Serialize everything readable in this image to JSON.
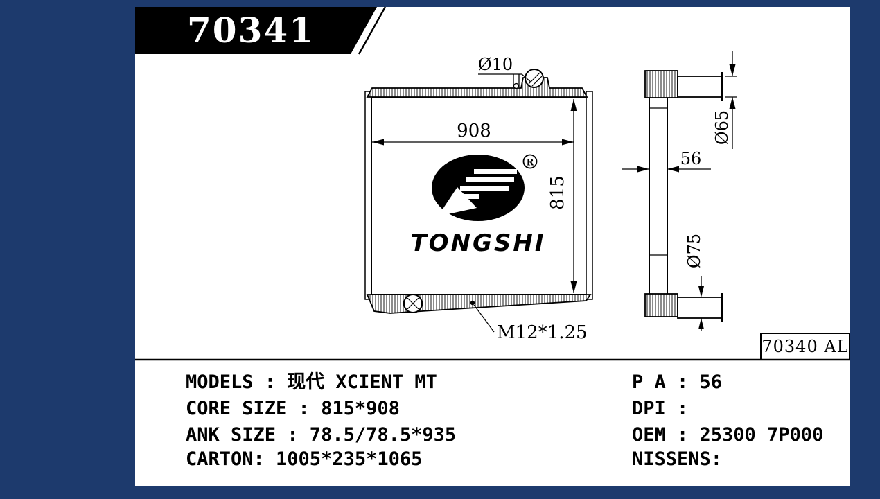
{
  "banner": {
    "part_number": "70341"
  },
  "logo": {
    "brand": "TONGSHI",
    "registered_mark": "R"
  },
  "drawing": {
    "front_view": {
      "core_width": "908",
      "core_height": "815",
      "filler_hole": "Ø10",
      "drain_thread": "M12*1.25"
    },
    "side_view": {
      "depth": "56",
      "inlet_pipe": "Ø65",
      "outlet_pipe": "Ø75"
    },
    "ref_box": "70340 AL"
  },
  "specs": {
    "left": [
      "MODELS : 现代 XCIENT MT",
      "CORE SIZE : 815*908",
      "ANK SIZE : 78.5/78.5*935",
      "CARTON: 1005*235*1065"
    ],
    "right": [
      "P A : 56",
      "DPI :",
      "OEM : 25300 7P000",
      "NISSENS:"
    ]
  },
  "colors": {
    "frame_navy": "#1d3a6d",
    "ink": "#000000",
    "paper": "#ffffff"
  }
}
